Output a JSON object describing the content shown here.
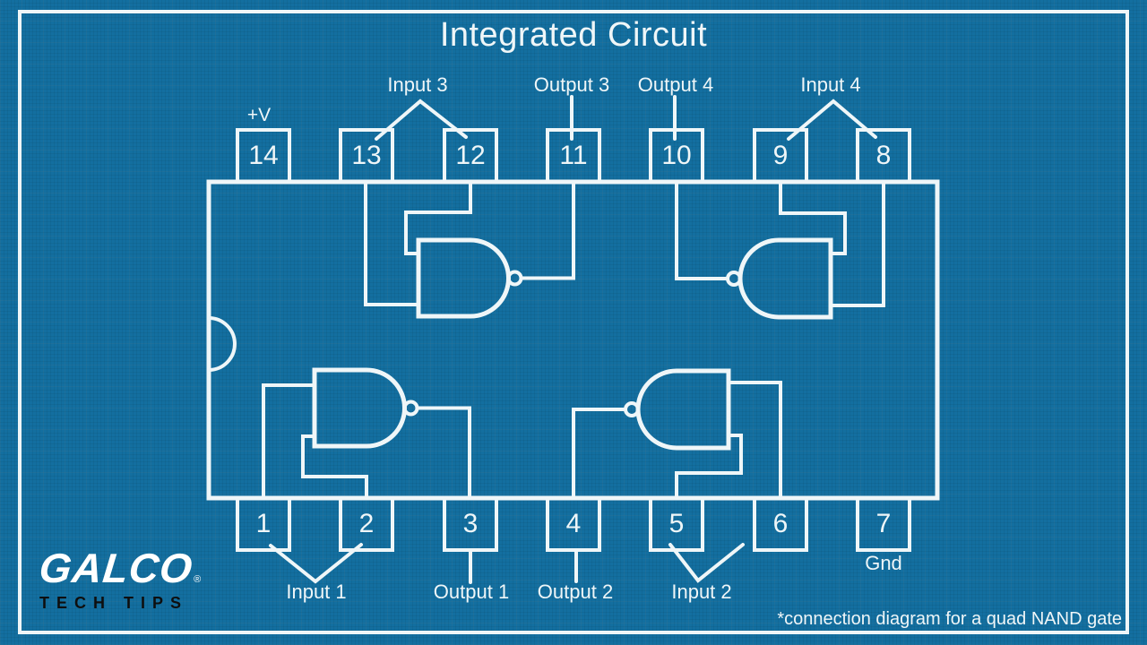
{
  "title": "Integrated Circuit",
  "footnote": "*connection diagram for a quad NAND gate",
  "logo": {
    "brand": "GALCO",
    "registered": "®",
    "tagline": "TECH TIPS"
  },
  "colors": {
    "background": "#136fa0",
    "line": "#eff6f8",
    "tagline_text": "#0e0e0e"
  },
  "chip": {
    "type": "quad NAND gate",
    "pins": {
      "top": [
        {
          "number": "14"
        },
        {
          "number": "13"
        },
        {
          "number": "12"
        },
        {
          "number": "11"
        },
        {
          "number": "10"
        },
        {
          "number": "9"
        },
        {
          "number": "8"
        }
      ],
      "bottom": [
        {
          "number": "1"
        },
        {
          "number": "2"
        },
        {
          "number": "3"
        },
        {
          "number": "4"
        },
        {
          "number": "5"
        },
        {
          "number": "6"
        },
        {
          "number": "7"
        }
      ]
    },
    "labels": {
      "power": "+V",
      "input3": "Input 3",
      "output3": "Output 3",
      "output4": "Output 4",
      "input4": "Input 4",
      "input1": "Input 1",
      "output1": "Output 1",
      "output2": "Output 2",
      "input2": "Input 2",
      "ground": "Gnd"
    }
  }
}
